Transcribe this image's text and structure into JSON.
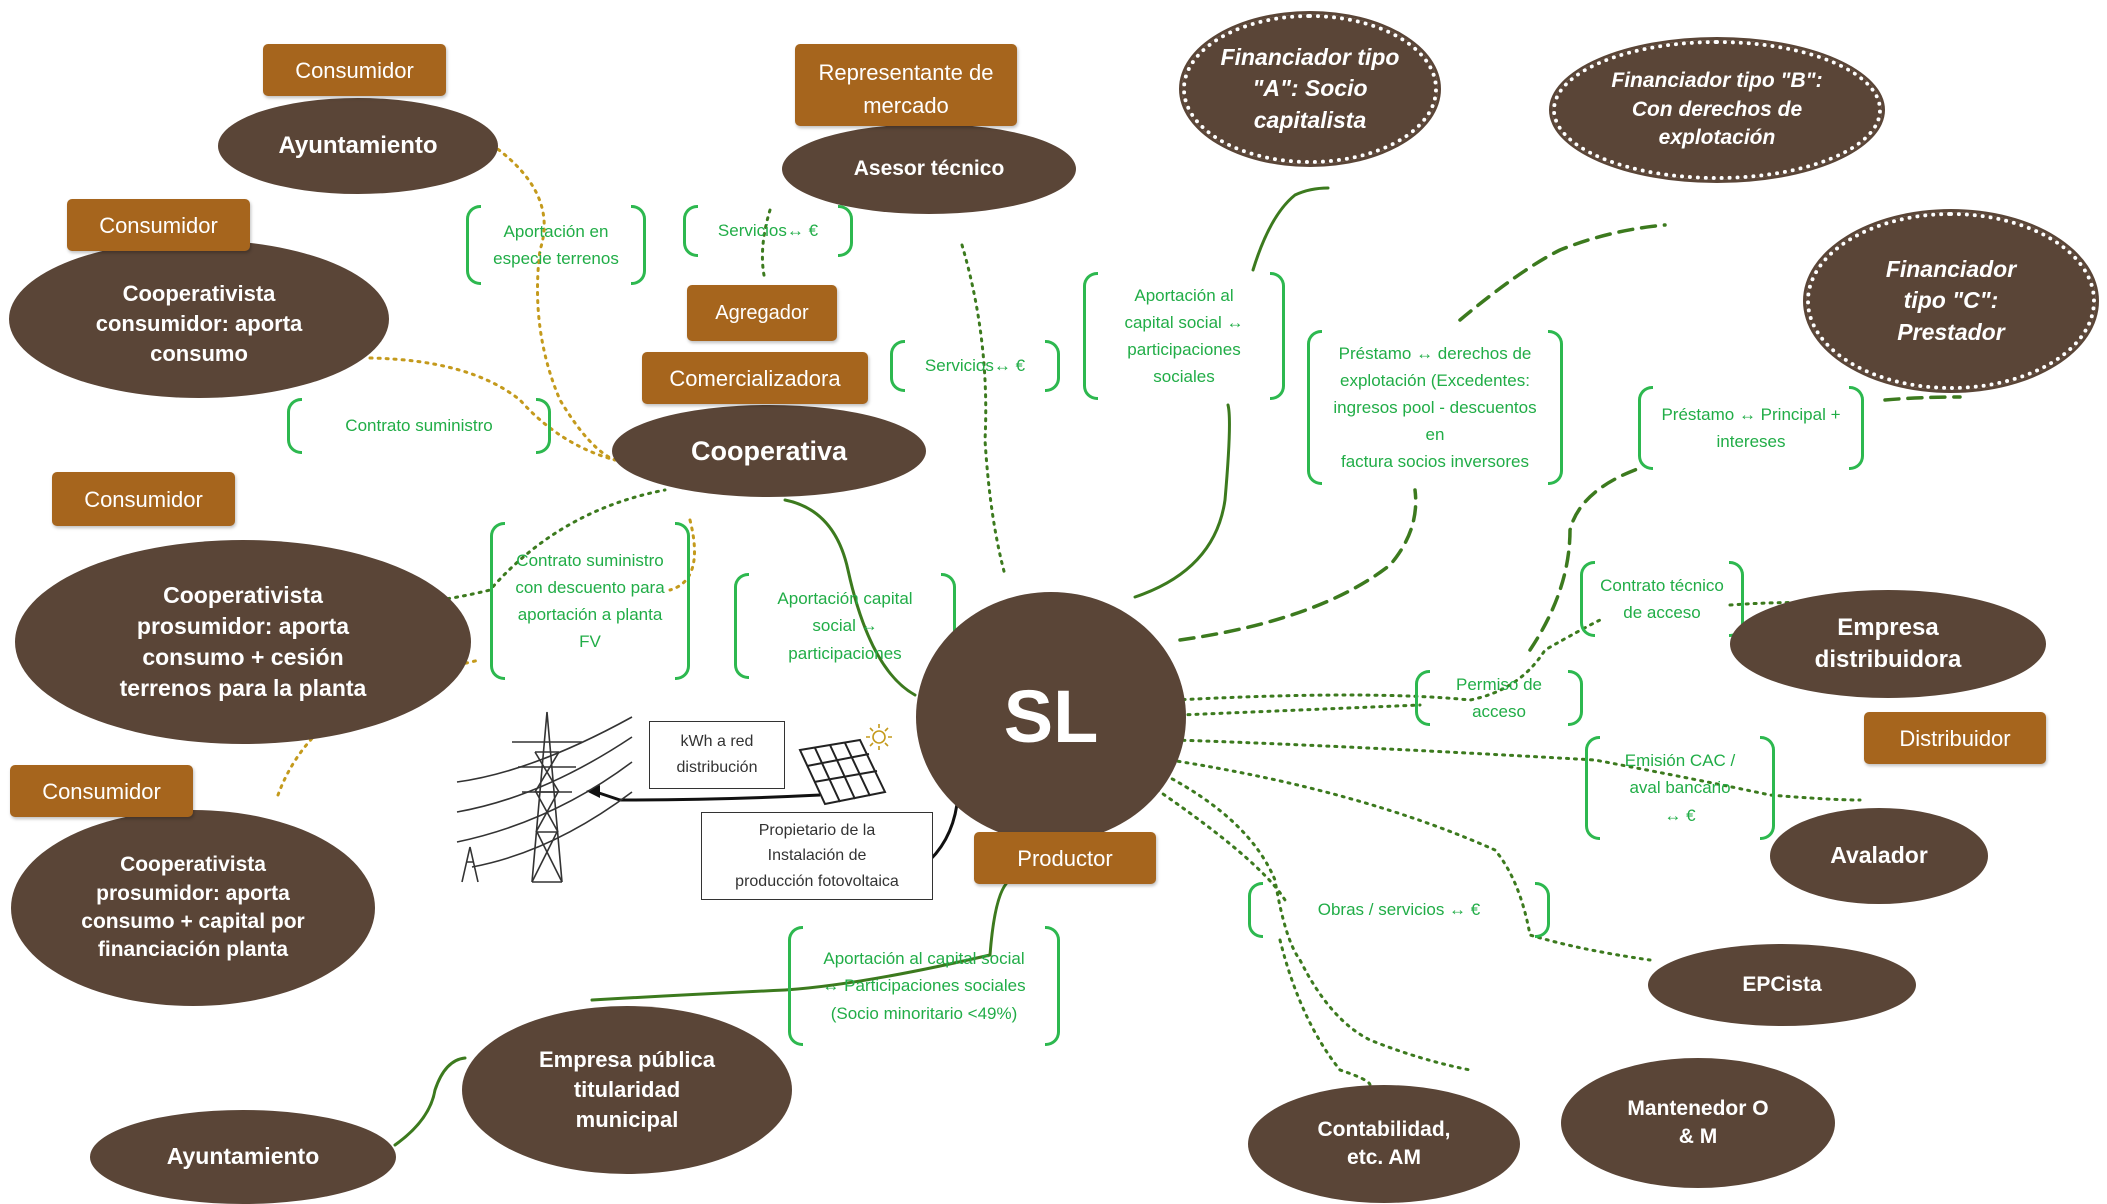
{
  "colors": {
    "node_fill": "#5a4537",
    "tag_fill": "#a6651d",
    "relation_green": "#21ad47",
    "dark_green_line": "#3c7a1e",
    "ochre_line": "#c49a1c"
  },
  "center": {
    "label": "SL"
  },
  "nodes": {
    "cooperativa": "Cooperativa",
    "ayuntamiento_top": "Ayuntamiento",
    "asesor": "Asesor técnico",
    "coop_consumidor": "Cooperativista\nconsumidor: aporta\nconsumo",
    "coop_prosumidor_terrenos": "Cooperativista\nprosumidor: aporta\nconsumo + cesión\nterrenos para la planta",
    "coop_prosumidor_capital": "Cooperativista\nprosumidor: aporta\nconsumo + capital por\nfinanciación planta",
    "fin_a": "Financiador tipo\n\"A\": Socio\ncapitalista",
    "fin_b": "Financiador tipo \"B\":\nCon derechos de\nexplotación",
    "fin_c": "Financiador\ntipo \"C\":\nPrestador",
    "empresa_distribuidora": "Empresa\ndistribuidora",
    "avalador": "Avalador",
    "epcista": "EPCista",
    "mantenedor": "Mantenedor O\n& M",
    "contabilidad": "Contabilidad,\netc. AM",
    "empresa_publica": "Empresa pública\ntitularidad\nmunicipal",
    "ayuntamiento_bottom": "Ayuntamiento"
  },
  "tags": {
    "consumidor_1": "Consumidor",
    "consumidor_2": "Consumidor",
    "consumidor_3": "Consumidor",
    "consumidor_4": "Consumidor",
    "representante": "Representante de\nmercado",
    "agregador": "Agregador",
    "comercializadora": "Comercializadora",
    "distribuidor": "Distribuidor",
    "productor": "Productor"
  },
  "relations": {
    "aportacion_terrenos": "Aportación en\nespecie terrenos",
    "servicios_1": "Servicios↔ €",
    "servicios_2": "Servicios↔ €",
    "contrato_suministro": "Contrato suministro",
    "contrato_descuento": "Contrato suministro\ncon descuento para\naportación a planta\nFV",
    "aportacion_capital_social": "Aportación capital\nsocial ↔\nparticipaciones",
    "aportacion_al_capital": "Aportación al\ncapital social ↔\nparticipaciones\nsociales",
    "prestamo_derechos": "Préstamo ↔ derechos de\nexplotación (Excedentes:\ningresos pool - descuentos en\nfactura socios inversores",
    "prestamo_principal": "Préstamo ↔ Principal +\nintereses",
    "contrato_tecnico": "Contrato técnico\nde acceso",
    "permiso_acceso": "Permiso de acceso",
    "emision_cac": "Emisión CAC /\naval bancario\n↔ €",
    "obras_servicios": "Obras / servicios ↔ €",
    "aportacion_minoritario": "Aportación al capital social\n↔ Participaciones sociales\n(Socio minoritario <49%)"
  },
  "boxes": {
    "kwh_red": "kWh a red\ndistribución",
    "propietario": "Propietario de la\nInstalación de\nproducción fotovoltaica"
  },
  "icons": {
    "pylon": "power-pylon-icon",
    "solar_panel": "solar-panel-icon",
    "sun": "sun-icon"
  }
}
